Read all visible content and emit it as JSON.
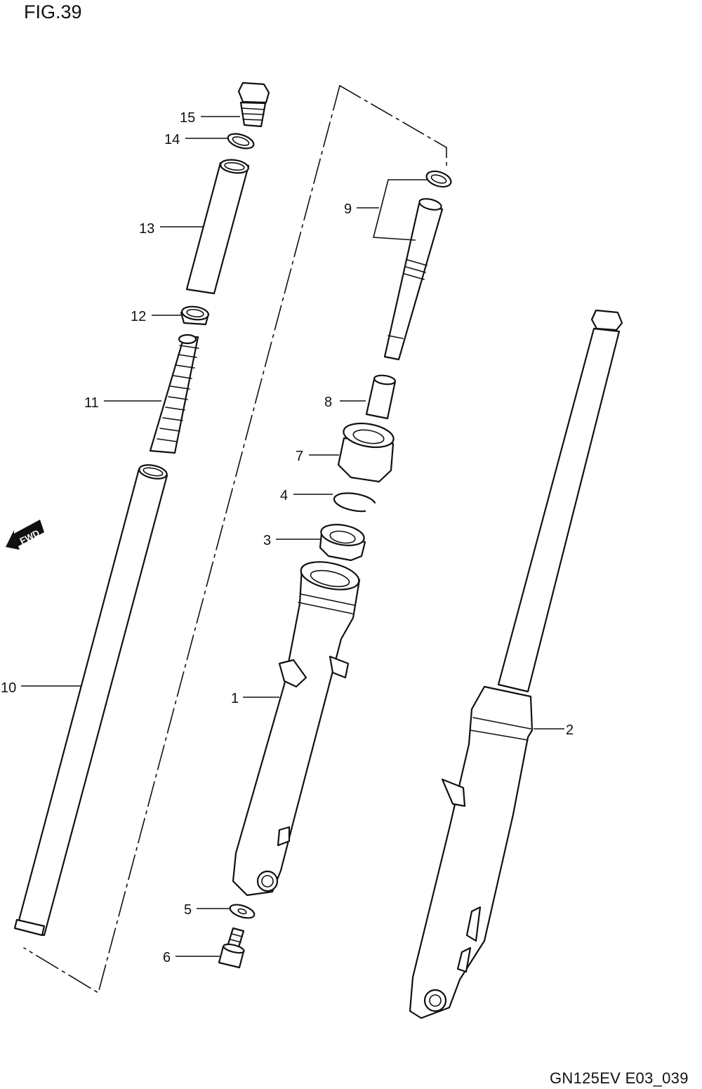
{
  "figure": {
    "title": "FIG.39",
    "code": "GN125EV E03_039"
  },
  "fwd": {
    "label": "FWD"
  },
  "callouts": [
    {
      "num": "15"
    },
    {
      "num": "14"
    },
    {
      "num": "13"
    },
    {
      "num": "12"
    },
    {
      "num": "11"
    },
    {
      "num": "10"
    },
    {
      "num": "9"
    },
    {
      "num": "8"
    },
    {
      "num": "7"
    },
    {
      "num": "4"
    },
    {
      "num": "3"
    },
    {
      "num": "1"
    },
    {
      "num": "5"
    },
    {
      "num": "6"
    },
    {
      "num": "2"
    }
  ]
}
